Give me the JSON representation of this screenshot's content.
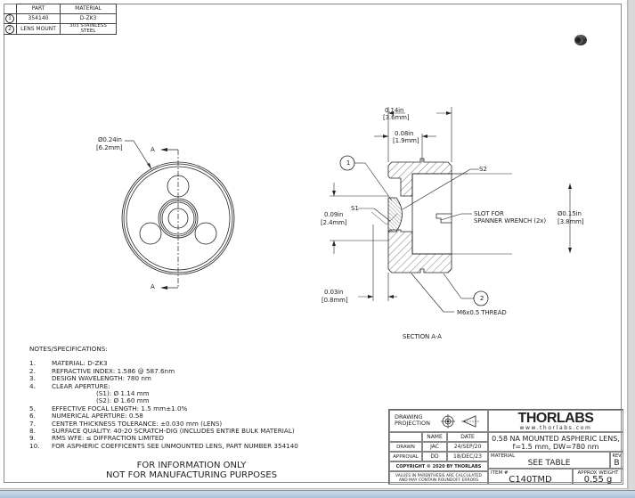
{
  "parts_table": {
    "headers": [
      "PART",
      "MATERIAL"
    ],
    "rows": [
      {
        "item": "1",
        "part": "354140",
        "material": "D-ZK3"
      },
      {
        "item": "2",
        "part": "LENS MOUNT",
        "material": "303 STAINLESS STEEL"
      }
    ]
  },
  "front_view": {
    "diameter_in": "Ø0.24in",
    "diameter_mm": "[6.2mm]",
    "section_label_top": "A",
    "section_label_bottom": "A"
  },
  "section_view": {
    "dim_length_in": "0.14in",
    "dim_length_mm": "[3.6mm]",
    "dim_inner_in": "0.08in",
    "dim_inner_mm": "[1.9mm]",
    "dim_aperture_in": "0.09in",
    "dim_aperture_mm": "[2.4mm]",
    "dim_offset_in": "0.03in",
    "dim_offset_mm": "[0.8mm]",
    "dim_bore_in": "Ø0.15in",
    "dim_bore_mm": "[3.8mm]",
    "balloon_1": "1",
    "balloon_2": "2",
    "label_s1": "S1",
    "label_s2": "S2",
    "slot_line1": "SLOT FOR",
    "slot_line2": "SPANNER WRENCH (2x)",
    "thread": "M6x0.5 THREAD",
    "caption": "SECTION A-A"
  },
  "notes": {
    "title": "NOTES/SPECIFICATIONS:",
    "items": [
      {
        "num": "1.",
        "text": "MATERIAL: D-ZK3"
      },
      {
        "num": "2.",
        "text": "REFRACTIVE INDEX: 1.586 @ 587.6nm"
      },
      {
        "num": "3.",
        "text": "DESIGN WAVELENGTH: 780 nm"
      },
      {
        "num": "4.",
        "text": "CLEAR APERTURE:"
      },
      {
        "num": "5.",
        "text": "EFFECTIVE FOCAL LENGTH: 1.5 mm±1.0%"
      },
      {
        "num": "6.",
        "text": "NUMERICAL APERTURE: 0.58"
      },
      {
        "num": "7.",
        "text": "CENTER THICKNESS TOLERANCE: ±0.030 mm (LENS)"
      },
      {
        "num": "8.",
        "text": "SURFACE QUALITY: 40-20 SCRATCH-DIG (INCLUDES ENTIRE BULK MATERIAL)"
      },
      {
        "num": "9.",
        "text": "RMS WFE: ≤ DIFFRACTION LIMITED"
      },
      {
        "num": "10.",
        "text": "FOR ASPHERIC COEFFICENTS SEE UNMOUNTED LENS, PART NUMBER 354140"
      }
    ],
    "aperture_s1": "(S1): Ø 1.14 mm",
    "aperture_s2": "(S2): Ø 1.60 mm"
  },
  "disclaimer": {
    "line1": "FOR INFORMATION ONLY",
    "line2": "NOT FOR MANUFACTURING PURPOSES"
  },
  "title_block": {
    "projection_label": "DRAWING PROJECTION",
    "col_name": "NAME",
    "col_date": "DATE",
    "drawn_label": "DRAWN",
    "drawn_name": "JAC",
    "drawn_date": "24/SEP/20",
    "approval_label": "APPROVAL",
    "approval_name": "DD",
    "approval_date": "18/DEC/23",
    "copyright": "COPYRIGHT © 2020 BY THORLABS",
    "values_note": "VALUES IN PARENTHESIS ARE CALCULATED AND MAY CONTAIN ROUNDOFF ERRORS",
    "logo_text": "THORLABS",
    "website": "www.thorlabs.com",
    "description_line1": "0.58 NA MOUNTED ASPHERIC LENS,",
    "description_line2": "f=1.5 mm, DW=780 nm",
    "material_label": "MATERIAL",
    "material_value": "SEE TABLE",
    "rev_label": "REV",
    "rev_value": "B",
    "item_label": "ITEM #",
    "item_value": "C140TMD",
    "weight_label": "APPROX WEIGHT",
    "weight_value": "0.55 g"
  }
}
